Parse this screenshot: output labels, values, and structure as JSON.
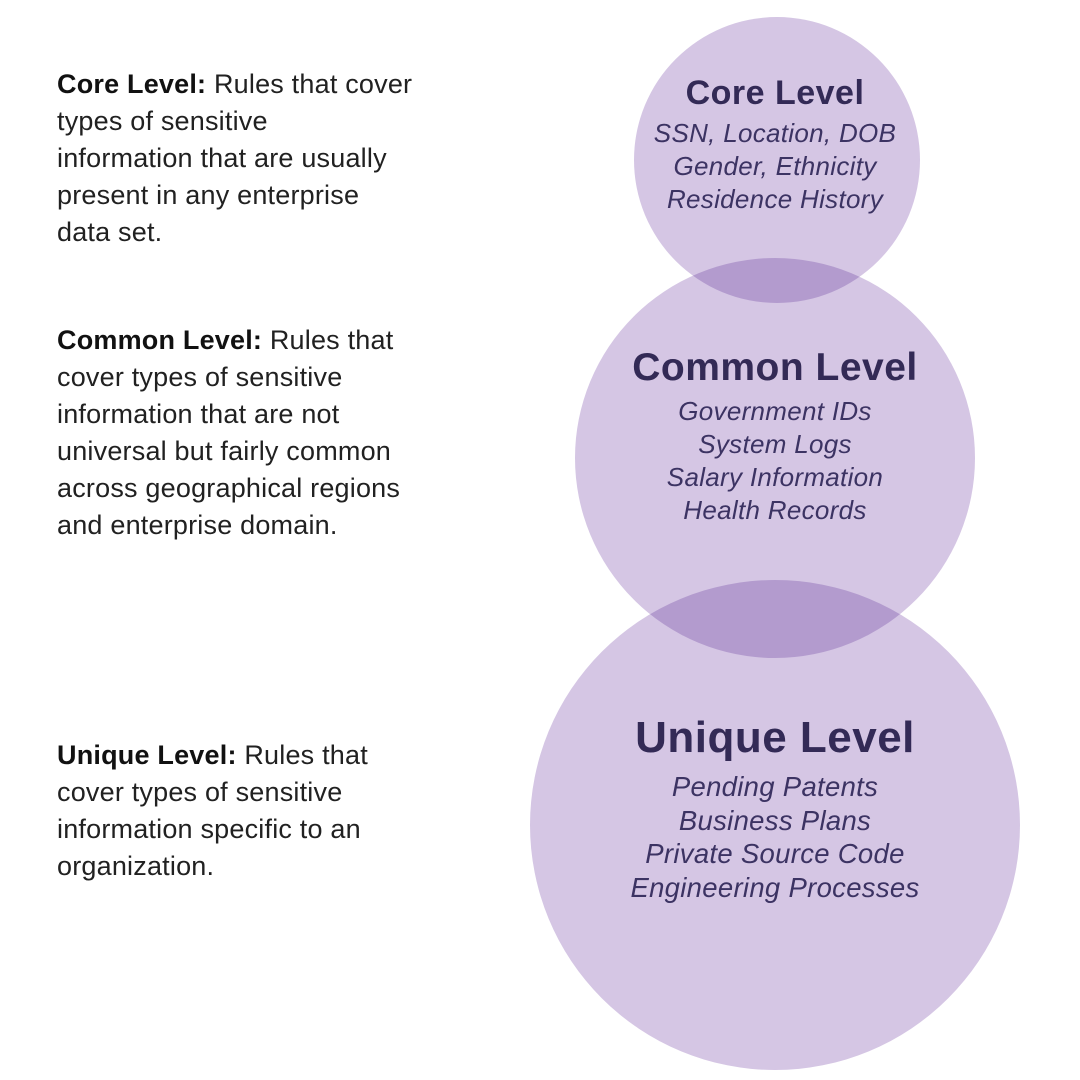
{
  "colors": {
    "circle_fill": "#d5c6e4",
    "circle_overlap": "#b39bce",
    "title_text": "#332a56",
    "item_text": "#3c3363",
    "body_text": "#212121",
    "page_bg": "#ffffff"
  },
  "descriptions": [
    {
      "label": "Core Level:",
      "text": " Rules that cover\ntypes of sensitive\ninformation that are usually\npresent in any enterprise\ndata set."
    },
    {
      "label": "Common Level:",
      "text": " Rules that\ncover types of sensitive\ninformation that are not\nuniversal but fairly common\nacross geographical regions\nand enterprise domain."
    },
    {
      "label": "Unique Level:",
      "text": " Rules that\ncover types of sensitive\ninformation specific to an\norganization."
    }
  ],
  "circles": [
    {
      "title": "Core Level",
      "items": [
        "SSN, Location, DOB",
        "Gender, Ethnicity",
        "Residence History"
      ]
    },
    {
      "title": "Common Level",
      "items": [
        "Government IDs",
        "System Logs",
        "Salary Information",
        "Health Records"
      ]
    },
    {
      "title": "Unique Level",
      "items": [
        "Pending Patents",
        "Business Plans",
        "Private Source Code",
        "Engineering Processes"
      ]
    }
  ]
}
